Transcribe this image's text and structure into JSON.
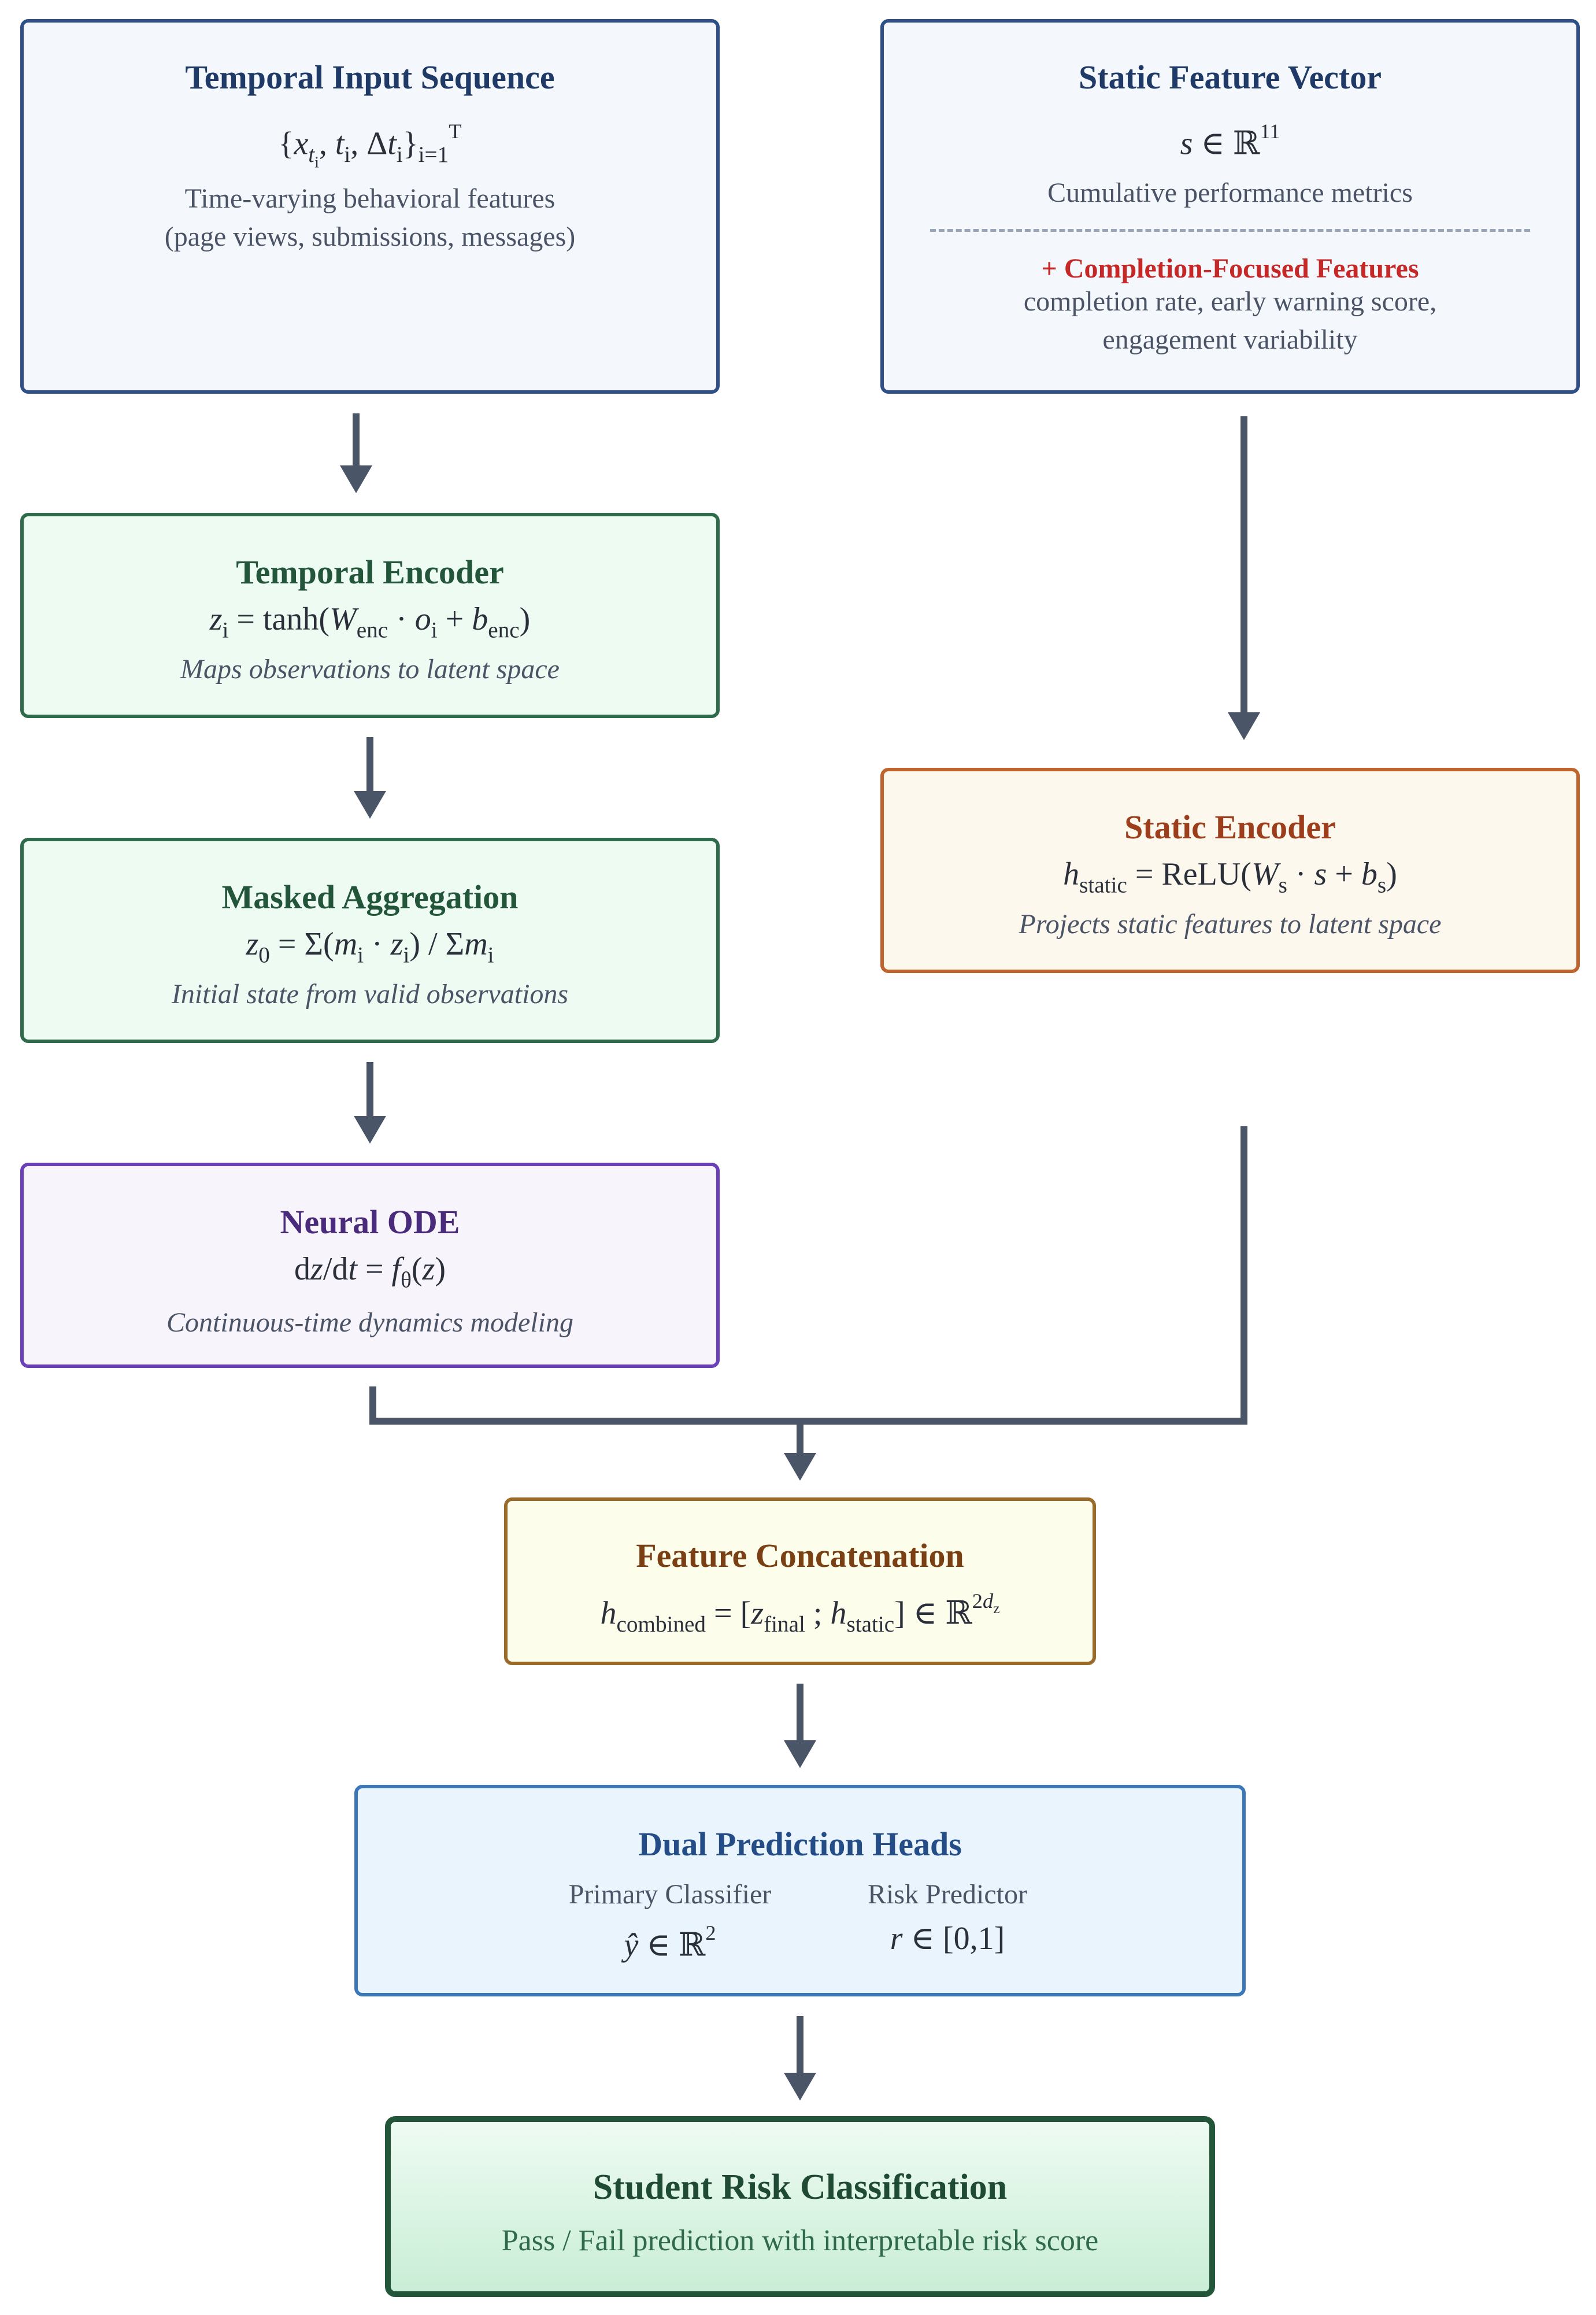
{
  "temporal_input": {
    "title": "Temporal Input Sequence",
    "desc_line1": "Time-varying behavioral features",
    "desc_line2": "(page views, submissions, messages)"
  },
  "static_vector": {
    "title": "Static Feature Vector",
    "exponent": "11",
    "desc": "Cumulative performance metrics",
    "completion_title": "+ Completion-Focused Features",
    "completion_line1": "completion rate, early warning score,",
    "completion_line2": "engagement variability"
  },
  "temporal_encoder": {
    "title": "Temporal Encoder",
    "desc": "Maps observations to latent space"
  },
  "masked_aggregation": {
    "title": "Masked Aggregation",
    "desc": "Initial state from valid observations"
  },
  "neural_ode": {
    "title": "Neural ODE",
    "desc": "Continuous-time dynamics modeling"
  },
  "static_encoder": {
    "title": "Static Encoder",
    "desc": "Projects static features to latent space"
  },
  "feature_concat": {
    "title": "Feature Concatenation"
  },
  "dual_heads": {
    "title": "Dual Prediction Heads",
    "primary_label": "Primary Classifier",
    "risk_label": "Risk Predictor",
    "primary_exp": "2"
  },
  "student_risk": {
    "title": "Student Risk Classification",
    "desc": "Pass / Fail prediction with interpretable risk score"
  },
  "colors": {
    "blue_border": "#2f4f86",
    "green_border": "#2f6a4a",
    "purple_border": "#6a3fb8",
    "orange_border": "#c0642e",
    "brown_border": "#9a6a2a",
    "light_blue_border": "#3a76b8",
    "arrow": "#4a5568",
    "red_text": "#c62828"
  }
}
